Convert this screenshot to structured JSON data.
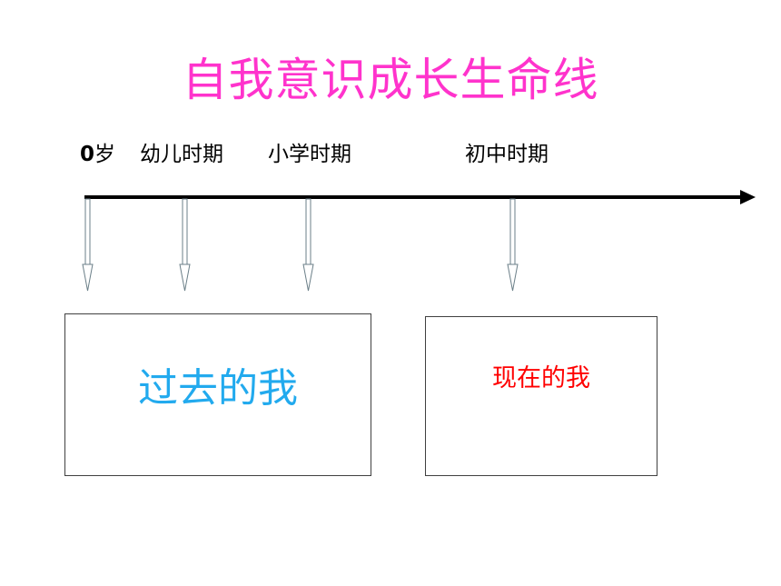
{
  "title": "自我意识成长生命线",
  "stages": [
    {
      "number": "0",
      "suffix": "岁"
    },
    {
      "label": "幼儿时期"
    },
    {
      "label": "小学时期"
    },
    {
      "label": "初中时期"
    }
  ],
  "boxes": {
    "past": "过去的我",
    "present": "现在的我"
  },
  "colors": {
    "title": "#ff33cc",
    "past_text": "#22aaee",
    "present_text": "#ff0000",
    "timeline": "#000000",
    "marker_arrow": "#6b7f88"
  }
}
